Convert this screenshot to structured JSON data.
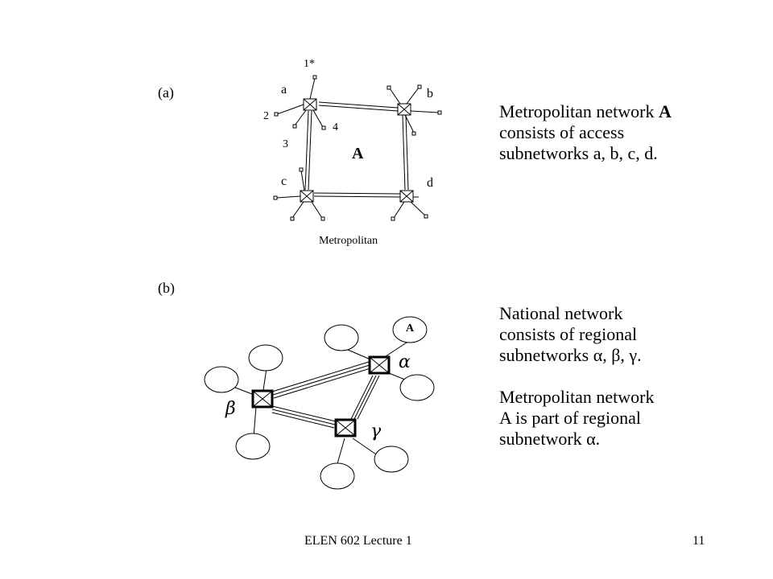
{
  "panel_a": {
    "label": "(a)",
    "ring_label": "A",
    "caption": "Metropolitan",
    "nodes": {
      "a": "a",
      "b": "b",
      "c": "c",
      "d": "d"
    },
    "ports": {
      "p1": "1*",
      "p2": "2",
      "p3": "3",
      "p4": "4"
    },
    "text_line1_prefix": "Metropolitan network ",
    "text_line1_bold": "A",
    "text_line2": "consists of  access",
    "text_line3": "subnetworks a, b, c, d."
  },
  "panel_b": {
    "label": "(b)",
    "circle_label": "A",
    "greek": {
      "alpha": "α",
      "beta": "β",
      "gamma": "γ"
    },
    "text1_line1": "National network",
    "text1_line2": "consists of regional",
    "text1_line3": "subnetworks α, β, γ.",
    "text2_line1": "Metropolitan network",
    "text2_line2": "A is part of regional",
    "text2_line3": "subnetwork α."
  },
  "footer": {
    "course": "ELEN 602 Lecture 1",
    "page": "11"
  }
}
